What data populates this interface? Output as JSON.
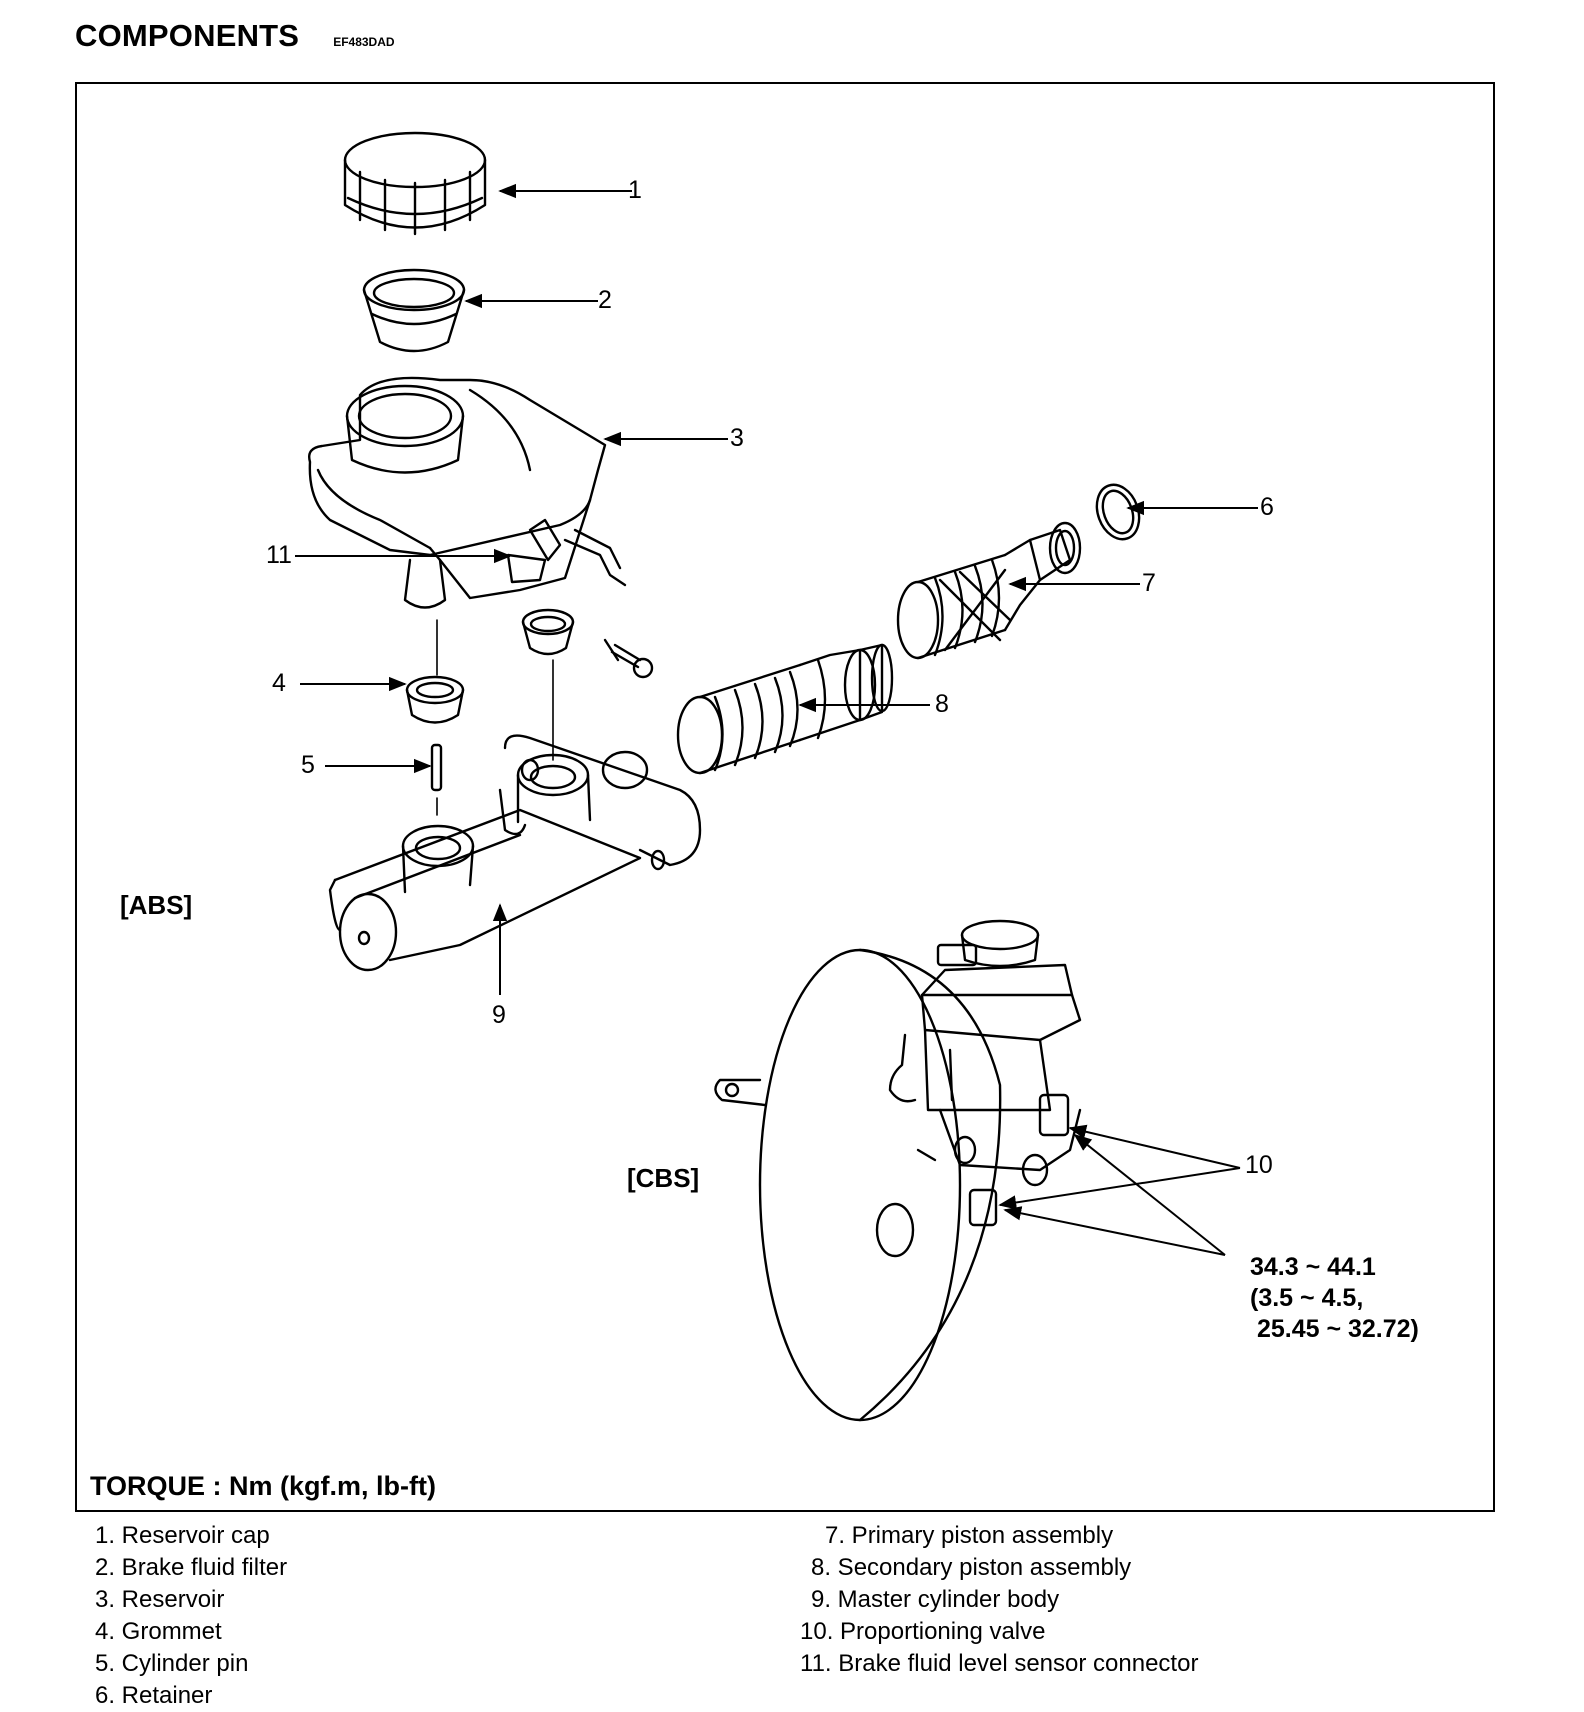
{
  "header": {
    "title": "COMPONENTS",
    "code": "EF483DAD"
  },
  "variants": {
    "abs": "[ABS]",
    "cbs": "[CBS]"
  },
  "callouts": {
    "c1": "1",
    "c2": "2",
    "c3": "3",
    "c4": "4",
    "c5": "5",
    "c6": "6",
    "c7": "7",
    "c8": "8",
    "c9": "9",
    "c10": "10",
    "c11": "11"
  },
  "torque_spec": {
    "line1": "34.3 ~ 44.1",
    "line2": "(3.5 ~ 4.5,",
    "line3": " 25.45 ~ 32.72)"
  },
  "torque_note": "TORQUE : Nm (kgf.m, lb-ft)",
  "legend": {
    "left": [
      "1. Reservoir cap",
      "2. Brake fluid filter",
      "3. Reservoir",
      "4. Grommet",
      "5. Cylinder pin",
      "6. Retainer"
    ],
    "right": [
      "7. Primary piston assembly",
      "8. Secondary piston assembly",
      "9. Master cylinder body",
      "10. Proportioning valve",
      "11. Brake fluid level sensor connector"
    ]
  }
}
